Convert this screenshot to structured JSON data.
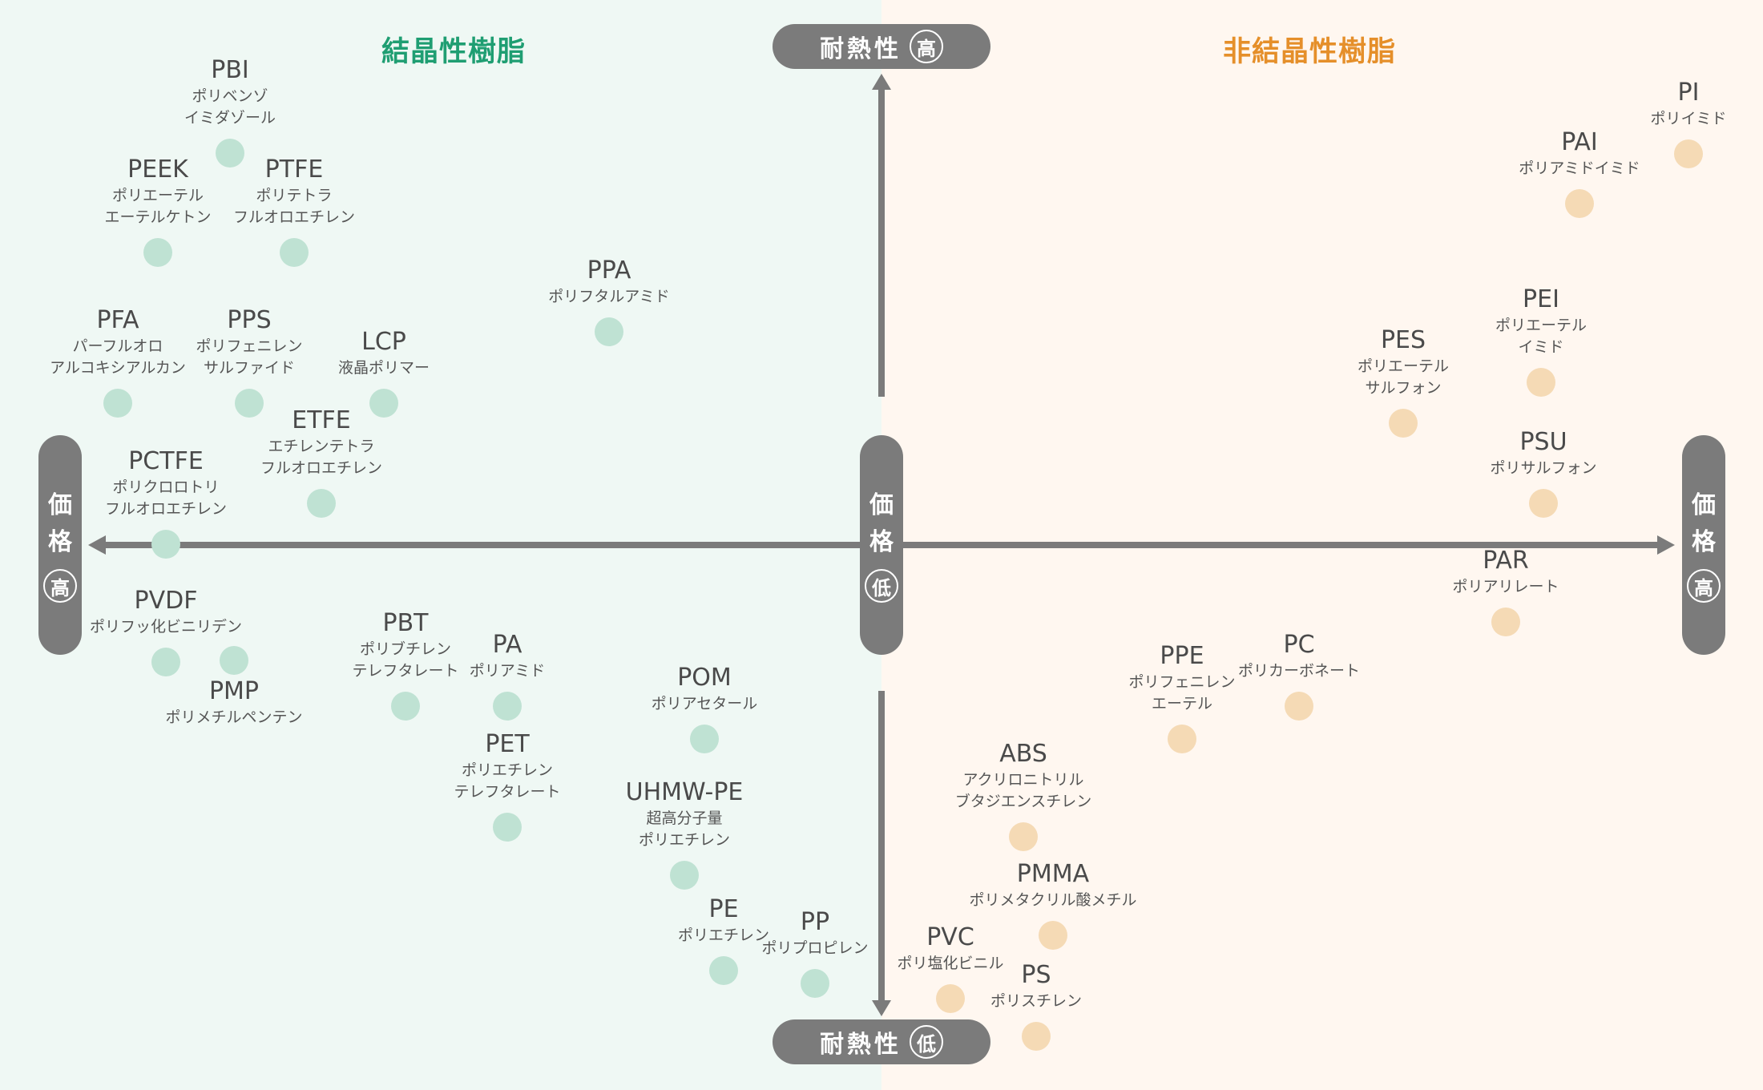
{
  "sections": {
    "crystalline": "結晶性樹脂",
    "amorphous": "非結晶性樹脂"
  },
  "axes": {
    "heat_label": "耐熱性",
    "high_mark": "高",
    "low_mark": "低",
    "price_chars": [
      "価",
      "格"
    ]
  },
  "colors": {
    "crystalline_title": "#1f9e72",
    "amorphous_title": "#e58f2a",
    "crystalline_dot": "#bfe2d3",
    "amorphous_dot": "#f5dab5",
    "axis": "#7b7b7b"
  },
  "points": [
    {
      "abbr": "PBI",
      "name": "ポリベンゾ\nイミダゾール",
      "group": "crystalline"
    },
    {
      "abbr": "PEEK",
      "name": "ポリエーテル\nエーテルケトン",
      "group": "crystalline"
    },
    {
      "abbr": "PTFE",
      "name": "ポリテトラ\nフルオロエチレン",
      "group": "crystalline"
    },
    {
      "abbr": "PPA",
      "name": "ポリフタルアミド",
      "group": "crystalline"
    },
    {
      "abbr": "PFA",
      "name": "パーフルオロ\nアルコキシアルカン",
      "group": "crystalline"
    },
    {
      "abbr": "PPS",
      "name": "ポリフェニレン\nサルファイド",
      "group": "crystalline"
    },
    {
      "abbr": "LCP",
      "name": "液晶ポリマー",
      "group": "crystalline"
    },
    {
      "abbr": "ETFE",
      "name": "エチレンテトラ\nフルオロエチレン",
      "group": "crystalline"
    },
    {
      "abbr": "PCTFE",
      "name": "ポリクロロトリ\nフルオロエチレン",
      "group": "crystalline"
    },
    {
      "abbr": "PVDF",
      "name": "ポリフッ化ビニリデン",
      "group": "crystalline"
    },
    {
      "abbr": "PMP",
      "name": "ポリメチルペンテン",
      "group": "crystalline"
    },
    {
      "abbr": "PBT",
      "name": "ポリブチレン\nテレフタレート",
      "group": "crystalline"
    },
    {
      "abbr": "PA",
      "name": "ポリアミド",
      "group": "crystalline"
    },
    {
      "abbr": "POM",
      "name": "ポリアセタール",
      "group": "crystalline"
    },
    {
      "abbr": "PET",
      "name": "ポリエチレン\nテレフタレート",
      "group": "crystalline"
    },
    {
      "abbr": "UHMW-PE",
      "name": "超高分子量\nポリエチレン",
      "group": "crystalline"
    },
    {
      "abbr": "PE",
      "name": "ポリエチレン",
      "group": "crystalline"
    },
    {
      "abbr": "PP",
      "name": "ポリプロピレン",
      "group": "crystalline"
    },
    {
      "abbr": "PI",
      "name": "ポリイミド",
      "group": "amorphous"
    },
    {
      "abbr": "PAI",
      "name": "ポリアミドイミド",
      "group": "amorphous"
    },
    {
      "abbr": "PEI",
      "name": "ポリエーテル\nイミド",
      "group": "amorphous"
    },
    {
      "abbr": "PES",
      "name": "ポリエーテル\nサルフォン",
      "group": "amorphous"
    },
    {
      "abbr": "PSU",
      "name": "ポリサルフォン",
      "group": "amorphous"
    },
    {
      "abbr": "PAR",
      "name": "ポリアリレート",
      "group": "amorphous"
    },
    {
      "abbr": "PC",
      "name": "ポリカーボネート",
      "group": "amorphous"
    },
    {
      "abbr": "PPE",
      "name": "ポリフェニレン\nエーテル",
      "group": "amorphous"
    },
    {
      "abbr": "ABS",
      "name": "アクリロニトリル\nブタジエンスチレン",
      "group": "amorphous"
    },
    {
      "abbr": "PMMA",
      "name": "ポリメタクリル酸メチル",
      "group": "amorphous"
    },
    {
      "abbr": "PVC",
      "name": "ポリ塩化ビニル",
      "group": "amorphous"
    },
    {
      "abbr": "PS",
      "name": "ポリスチレン",
      "group": "amorphous"
    }
  ]
}
